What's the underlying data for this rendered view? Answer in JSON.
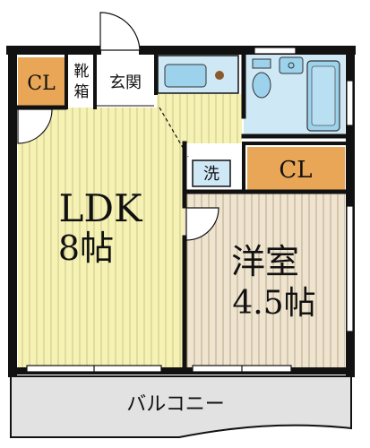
{
  "rooms": {
    "ldk_name": "LDK",
    "ldk_size": "8帖",
    "western_name": "洋室",
    "western_size": "4.5帖",
    "entrance": "玄関",
    "shoe_box_1": "靴",
    "shoe_box_2": "箱",
    "closet_left": "CL",
    "closet_right": "CL",
    "washer": "洗",
    "balcony": "バルコニー"
  },
  "colors": {
    "wall": "#111111",
    "ldk_floor": "#f6f2b4",
    "ldk_stripe": "#c9c48a",
    "western_floor": "#efe4cf",
    "western_stripe": "#b9a88a",
    "closet": "#e8a656",
    "wet_area": "#cfe8f5",
    "fixture": "#9dd2ec",
    "balcony": "#e2e2e2"
  }
}
